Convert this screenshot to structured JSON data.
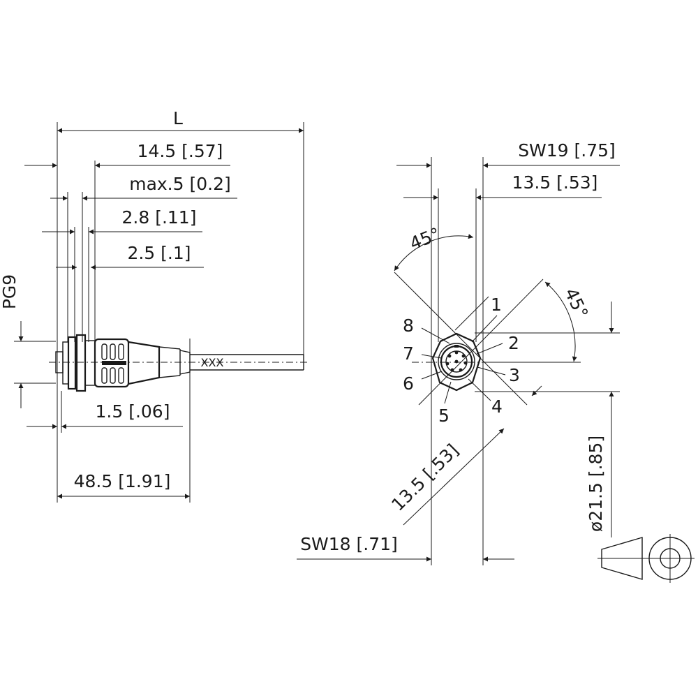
{
  "side_view": {
    "overall_length": "L",
    "dim_a": "14.5 [.57]",
    "dim_b": "max.5 [0.2]",
    "dim_c": "2.8 [.11]",
    "dim_d": "2.5 [.1]",
    "thread": "PG9",
    "dim_e": "1.5 [.06]",
    "dim_f": "48.5 [1.91]",
    "cable_mark": "XXX"
  },
  "front_view": {
    "wrench_top": "SW19 [.75]",
    "width_top": "13.5 [.53]",
    "angle_left": "45°",
    "angle_right": "45°",
    "width_diag": "13.5 [.53]",
    "wrench_bottom": "SW18 [.71]",
    "diameter": "ø21.5 [.85]",
    "pins": [
      "1",
      "2",
      "3",
      "4",
      "5",
      "6",
      "7",
      "8"
    ]
  }
}
